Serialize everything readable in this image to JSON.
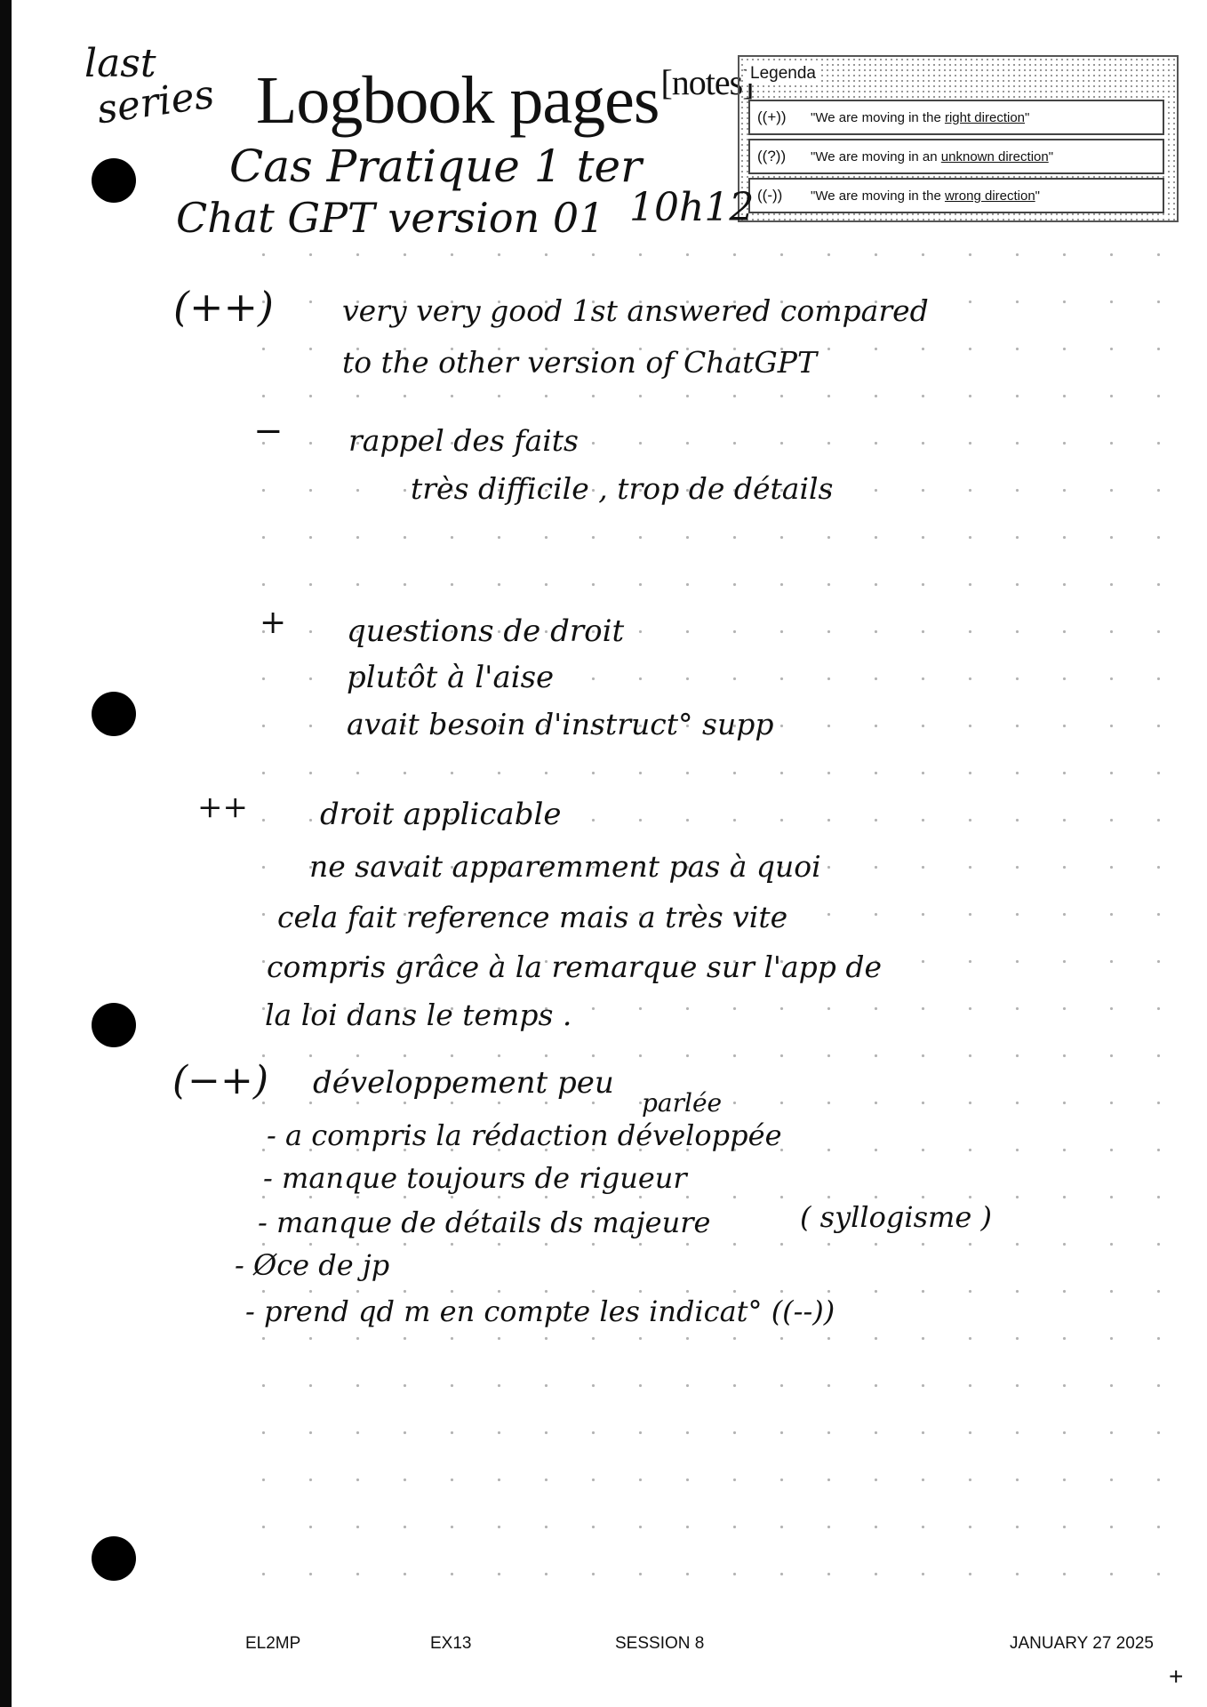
{
  "corner_note": [
    "last",
    "series"
  ],
  "title": "Logbook pages",
  "title_superscript": "[notes]",
  "legend": {
    "title": "Legenda",
    "rows": [
      {
        "symbol": "((+))",
        "text_before": "\"We are moving in the ",
        "text_underlined": "right direction",
        "text_after": "\""
      },
      {
        "symbol": "((?))",
        "text_before": "\"We are moving in an ",
        "text_underlined": "unknown direction",
        "text_after": "\""
      },
      {
        "symbol": "((-))",
        "text_before": "\"We are moving in the ",
        "text_underlined": "wrong direction",
        "text_after": "\""
      }
    ]
  },
  "notes": {
    "heading_line1": "Cas Pratique 1 ter",
    "heading_line2": "Chat GPT version 01",
    "time": "10h12",
    "s1_mark": "(++)",
    "s1_l1": "very very good 1st answered compared",
    "s1_l2": "to the other version of ChatGPT",
    "s2_mark": "−",
    "s2_l1": "rappel des faits",
    "s2_l2": "très difficile , trop de détails",
    "s3_mark": "+",
    "s3_l1": "questions de droit",
    "s3_l2": "plutôt à l'aise",
    "s3_l3": "avait besoin d'instruct° supp",
    "s4_mark": "++",
    "s4_l1": "droit applicable",
    "s4_l2": "ne savait apparemment pas à quoi",
    "s4_l3": "cela fait reference mais a très vite",
    "s4_l4": "compris grâce à la remarque sur l'app de",
    "s4_l5": "la loi dans le temps .",
    "s5_mark": "(−+)",
    "s5_l1": "développement peu",
    "s5_l1b": "parlée",
    "s5_l2": "- a compris la rédaction développée",
    "s5_l3": "- manque toujours de rigueur",
    "s5_l4": "- manque de détails ds majeure",
    "s5_l4b": "( syllogisme )",
    "s5_l5": "- Øce de jp",
    "s5_l6": "- prend qd m en compte les indicat° ((--))"
  },
  "footer": {
    "left": "EL2MP",
    "code": "EX13",
    "session": "SESSION 8",
    "date": "JANUARY 27 2025"
  }
}
